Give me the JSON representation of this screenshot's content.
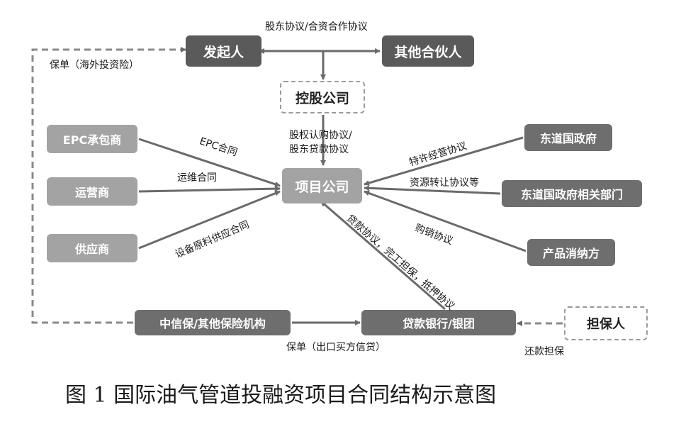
{
  "nodes": {
    "initiator": "发起人",
    "partners": "其他合伙人",
    "holding": "控股公司",
    "project": "项目公司",
    "epc": "EPC承包商",
    "operator": "运营商",
    "supplier": "供应商",
    "host_gov": "东道国政府",
    "host_dept": "东道国政府相关部门",
    "offtaker": "产品消纳方",
    "insurer": "中信保/其他保险机构",
    "bank": "贷款银行/银团",
    "guarantor": "担保人"
  },
  "edges": {
    "shareholder": "股东协议/合资合作协议",
    "policy_overseas": "保单（海外投资险）",
    "equity_line1": "股权认购协议/",
    "equity_line2": "股东贷款协议",
    "epc_contract": "EPC合同",
    "om_contract": "运维合同",
    "supply_contract": "设备原料供应合同",
    "concession": "特许经营协议",
    "resource_transfer": "资源转让协议等",
    "purchase": "购销协议",
    "loan": "贷款协议，完工担保，抵押协议",
    "policy_export": "保单（出口买方信贷）",
    "repayment_guarantee": "还款担保"
  },
  "caption": "图 1 国际油气管道投融资项目合同结构示意图",
  "colors": {
    "dark": "#5a5a5a",
    "mid": "#6e6e6e",
    "light": "#a3a3a3",
    "arrow": "#6a6a6a",
    "dash": "#8a8a8a"
  }
}
